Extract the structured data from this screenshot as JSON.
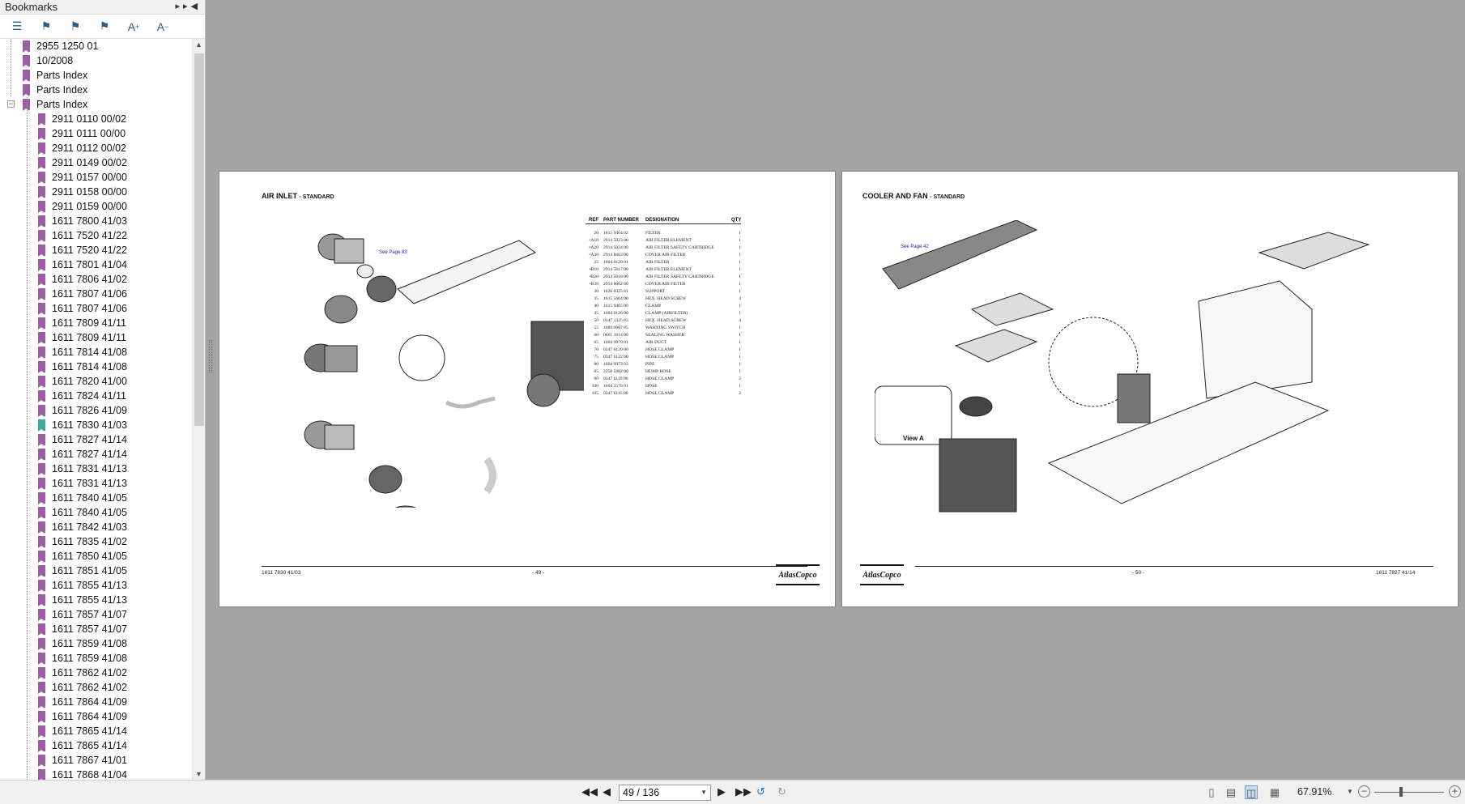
{
  "sidebar": {
    "title": "Bookmarks",
    "tree": [
      {
        "label": "2955 1250 01",
        "level": 0
      },
      {
        "label": "10/2008",
        "level": 0
      },
      {
        "label": "Parts Index",
        "level": 0
      },
      {
        "label": "Parts Index",
        "level": 0
      },
      {
        "label": "Parts Index",
        "level": 0,
        "expanded": true
      },
      {
        "label": "2911 0110 00/02",
        "level": 1
      },
      {
        "label": "2911 0111 00/00",
        "level": 1
      },
      {
        "label": "2911 0112 00/02",
        "level": 1
      },
      {
        "label": "2911 0149 00/02",
        "level": 1
      },
      {
        "label": "2911 0157 00/00",
        "level": 1
      },
      {
        "label": "2911 0158 00/00",
        "level": 1
      },
      {
        "label": "2911 0159 00/00",
        "level": 1
      },
      {
        "label": "1611 7800 41/03",
        "level": 1
      },
      {
        "label": "1611 7520 41/22",
        "level": 1
      },
      {
        "label": "1611 7520 41/22",
        "level": 1
      },
      {
        "label": "1611 7801 41/04",
        "level": 1
      },
      {
        "label": "1611 7806 41/02",
        "level": 1
      },
      {
        "label": "1611 7807 41/06",
        "level": 1
      },
      {
        "label": "1611 7807 41/06",
        "level": 1
      },
      {
        "label": "1611 7809 41/11",
        "level": 1
      },
      {
        "label": "1611 7809 41/11",
        "level": 1
      },
      {
        "label": "1611 7814 41/08",
        "level": 1
      },
      {
        "label": "1611 7814 41/08",
        "level": 1
      },
      {
        "label": "1611 7820 41/00",
        "level": 1
      },
      {
        "label": "1611 7824 41/11",
        "level": 1
      },
      {
        "label": "1611 7826 41/09",
        "level": 1
      },
      {
        "label": "1611 7830 41/03",
        "level": 1,
        "current": true
      },
      {
        "label": "1611 7827 41/14",
        "level": 1
      },
      {
        "label": "1611 7827 41/14",
        "level": 1
      },
      {
        "label": "1611 7831 41/13",
        "level": 1
      },
      {
        "label": "1611 7831 41/13",
        "level": 1
      },
      {
        "label": "1611 7840 41/05",
        "level": 1
      },
      {
        "label": "1611 7840 41/05",
        "level": 1
      },
      {
        "label": "1611 7842 41/03",
        "level": 1
      },
      {
        "label": "1611 7835 41/02",
        "level": 1
      },
      {
        "label": "1611 7850 41/05",
        "level": 1
      },
      {
        "label": "1611 7851 41/05",
        "level": 1
      },
      {
        "label": "1611 7855 41/13",
        "level": 1
      },
      {
        "label": "1611 7855 41/13",
        "level": 1
      },
      {
        "label": "1611 7857 41/07",
        "level": 1
      },
      {
        "label": "1611 7857 41/07",
        "level": 1
      },
      {
        "label": "1611 7859 41/08",
        "level": 1
      },
      {
        "label": "1611 7859 41/08",
        "level": 1
      },
      {
        "label": "1611 7862 41/02",
        "level": 1
      },
      {
        "label": "1611 7862 41/02",
        "level": 1
      },
      {
        "label": "1611 7864 41/09",
        "level": 1
      },
      {
        "label": "1611 7864 41/09",
        "level": 1
      },
      {
        "label": "1611 7865 41/14",
        "level": 1
      },
      {
        "label": "1611 7865 41/14",
        "level": 1
      },
      {
        "label": "1611 7867 41/01",
        "level": 1
      },
      {
        "label": "1611 7868 41/04",
        "level": 1
      }
    ]
  },
  "left_page": {
    "title": "AIR INLET",
    "subtitle": "- STANDARD",
    "table_headers": {
      "ref": "REF",
      "part": "PART NUMBER",
      "designation": "DESIGNATION",
      "qty": "QTY"
    },
    "rows": [
      [
        "20",
        "1615 9464 02",
        "FILTER",
        "1"
      ],
      [
        "•A10",
        "2914 5023 00",
        "AIR FILTER ELEMENT",
        "1"
      ],
      [
        "•A20",
        "2914 5024 00",
        "AIR FILTER SAFETY CARTRIDGE",
        "1"
      ],
      [
        "•A30",
        "2914 8663 00",
        "COVER AIR FILTER",
        "1"
      ],
      [
        "25",
        "1604 0120 01",
        "AIR FILTER",
        "1"
      ],
      [
        "•B10",
        "2914 5017 00",
        "AIR FILTER ELEMENT",
        "1"
      ],
      [
        "•B20",
        "2914 5018 00",
        "AIR FILTER SAFETY CARTRIDGE",
        "1"
      ],
      [
        "•B30",
        "2914 8662 00",
        "COVER AIR FILTER",
        "1"
      ],
      [
        "30",
        "1626 0325 01",
        "SUPPORT",
        "1"
      ],
      [
        "35",
        "1615 5664 00",
        "HEX. HEAD SCREW",
        "4"
      ],
      [
        "40",
        "1615 9465 00",
        "CLAMP",
        "1"
      ],
      [
        "45",
        "1604 0126 00",
        "CLAMP (AIRFILTER)",
        "1"
      ],
      [
        "50",
        "0147 1325 03",
        "HEX. HEAD SCREW",
        "4"
      ],
      [
        "55",
        "1089 0607 05",
        "WARNING SWITCH",
        "1"
      ],
      [
        "60",
        "0661 1014 00",
        "SEALING WASHER",
        "1"
      ],
      [
        "65",
        "1604 9970 01",
        "AIR DUCT",
        "1"
      ],
      [
        "70",
        "0347 6120 00",
        "HOSE CLAMP",
        "1"
      ],
      [
        "75",
        "0347 6122 00",
        "HOSE CLAMP",
        "1"
      ],
      [
        "80",
        "1604 9973 03",
        "PIPE",
        "1"
      ],
      [
        "85",
        "2250 5002 00",
        "HUMP HOSE",
        "1"
      ],
      [
        "90",
        "0347 6119 00",
        "HOSE CLAMP",
        "2"
      ],
      [
        "100",
        "1604 2576 01",
        "HOSE",
        "1"
      ],
      [
        "105",
        "0347 6115 00",
        "HOSE CLAMP",
        "2"
      ]
    ],
    "see_page": "See Page 83",
    "footer_left": "1611 7830 41/03",
    "footer_center": "- 49 -",
    "logo": "AtlasCopco"
  },
  "right_page": {
    "title": "COOLER AND FAN",
    "subtitle": "- STANDARD",
    "see_page": "See Page 42",
    "view_label": "View A",
    "footer_right": "1611 7827 41/14",
    "footer_center": "- 50 -",
    "logo": "AtlasCopco"
  },
  "toolbar": {
    "page_indicator": "49 / 136",
    "zoom": "67.91%",
    "zoom_level": 0.38
  }
}
